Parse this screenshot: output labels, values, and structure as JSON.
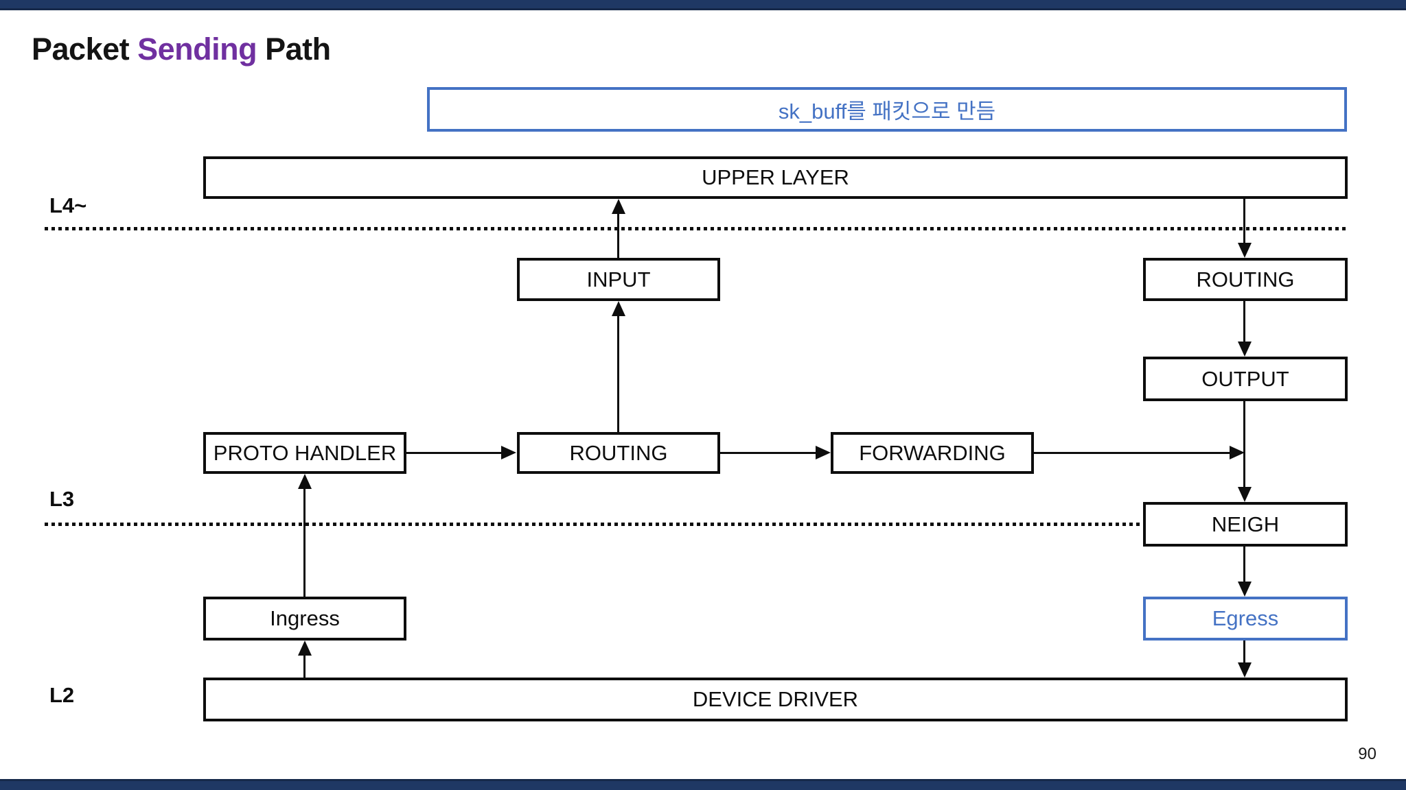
{
  "slide": {
    "title_parts": {
      "p1": "Packet ",
      "p2": "Sending",
      "p3": " Path"
    },
    "page_number": "90"
  },
  "callout": {
    "text": "sk_buff를 패킷으로 만듬"
  },
  "layer_labels": {
    "l4": "L4~",
    "l3": "L3",
    "l2": "L2"
  },
  "nodes": {
    "upper_layer": "UPPER LAYER",
    "input": "INPUT",
    "routing_right": "ROUTING",
    "output": "OUTPUT",
    "proto_handler": "PROTO HANDLER",
    "routing_center": "ROUTING",
    "forwarding": "FORWARDING",
    "neigh": "NEIGH",
    "ingress": "Ingress",
    "egress": "Egress",
    "device_driver": "DEVICE DRIVER"
  },
  "colors": {
    "accent_blue": "#4472C4",
    "title_accent_purple": "#7030A0",
    "bar_navy": "#1F3864",
    "diagram_black": "#0d0d0d"
  }
}
